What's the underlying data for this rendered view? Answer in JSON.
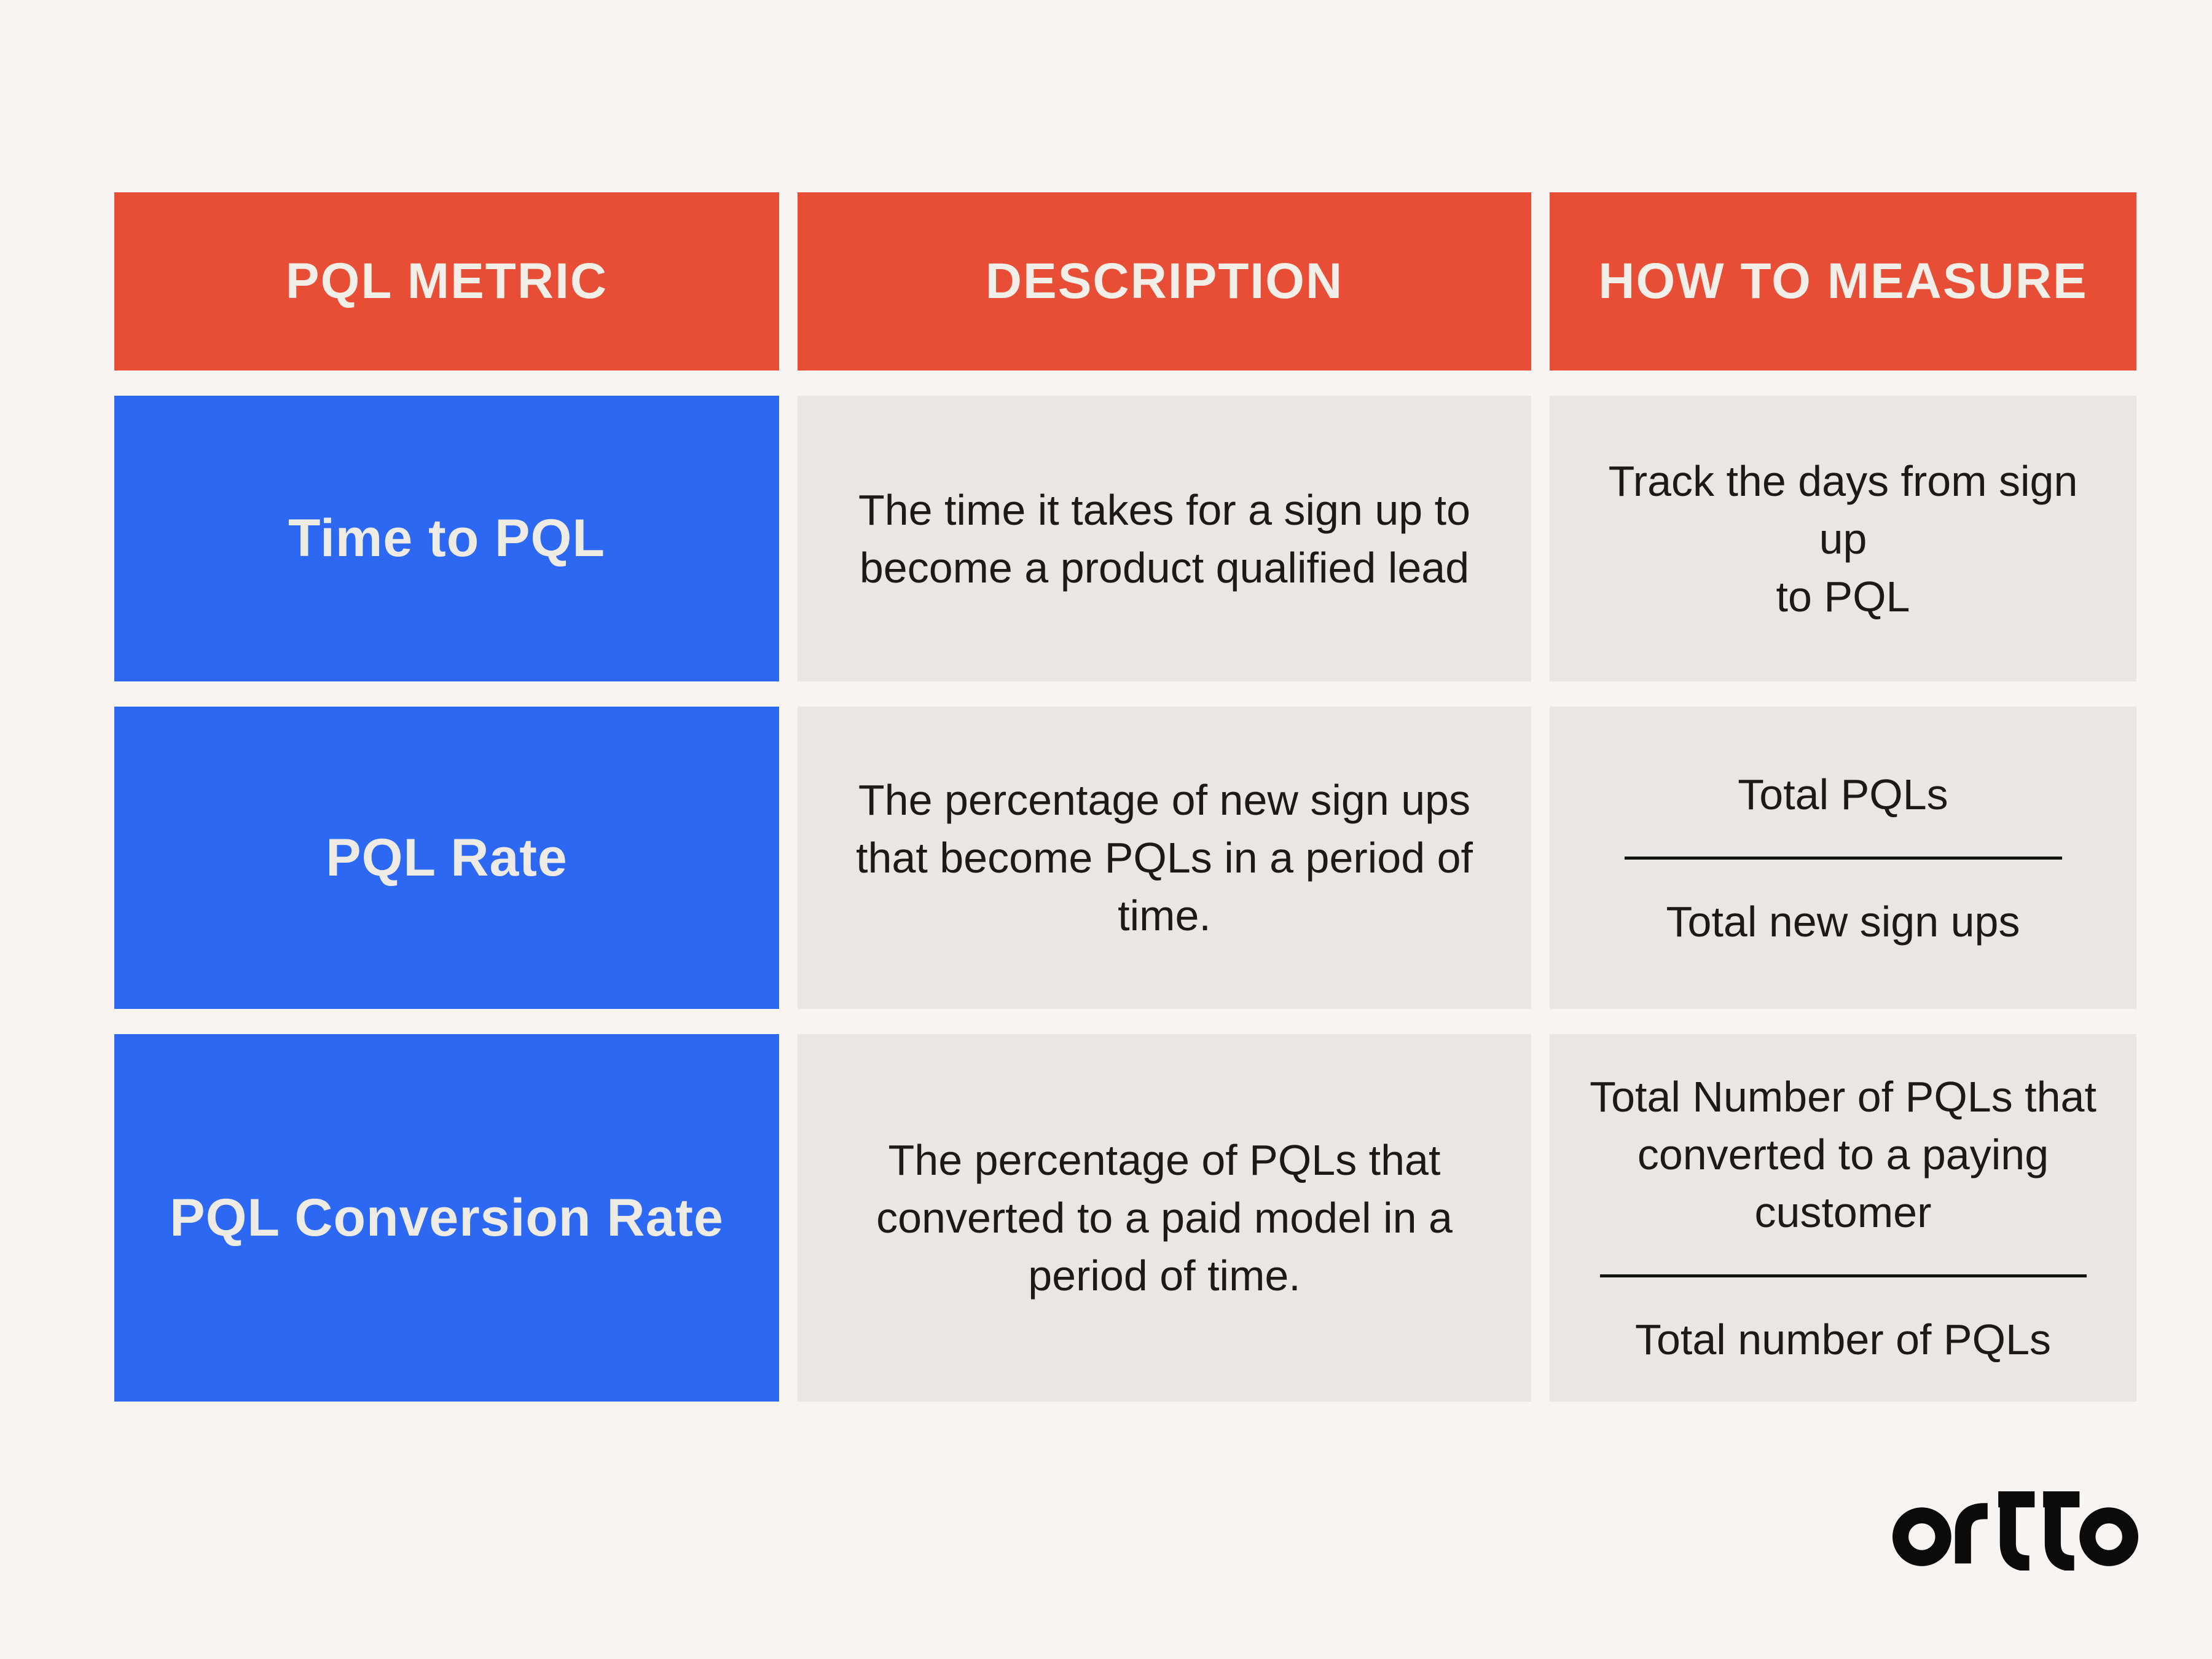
{
  "colors": {
    "background": "#F7F4F1",
    "header_red": "#E84E36",
    "metric_blue": "#2D68F2",
    "cell_gray": "#EAE6E2",
    "light_text": "#F2EEE8",
    "dark_text": "#1C1917"
  },
  "table": {
    "headers": {
      "metric": "PQL METRIC",
      "description": "DESCRIPTION",
      "measure": "HOW TO MEASURE"
    },
    "rows": [
      {
        "metric": "Time to PQL",
        "description": "The time it takes for a sign up to\nbecome a product qualified lead",
        "measure_text": "Track the days from sign up\nto PQL"
      },
      {
        "metric": "PQL Rate",
        "description": "The percentage of new sign ups\nthat become PQLs in a period of\ntime.",
        "measure_numerator": "Total PQLs",
        "measure_denominator": "Total new sign ups"
      },
      {
        "metric": "PQL Conversion Rate",
        "description": "The percentage of PQLs that\nconverted to a paid model in a\nperiod of time.",
        "measure_numerator": "Total Number of PQLs that\nconverted to a paying\ncustomer",
        "measure_denominator": "Total number of PQLs"
      }
    ]
  },
  "logo": {
    "text": "ortto"
  },
  "chart_data": {
    "type": "table",
    "title": "",
    "columns": [
      "PQL METRIC",
      "DESCRIPTION",
      "HOW TO MEASURE"
    ],
    "rows": [
      [
        "Time to PQL",
        "The time it takes for a sign up to become a product qualified lead",
        "Track the days from sign up to PQL"
      ],
      [
        "PQL Rate",
        "The percentage of new sign ups that become PQLs in a period of time.",
        "Total PQLs / Total new sign ups"
      ],
      [
        "PQL Conversion Rate",
        "The percentage of PQLs that converted to a paid model in a period of time.",
        "Total Number of PQLs that converted to a paying customer / Total number of PQLs"
      ]
    ],
    "legend_position": "none",
    "grid": false
  }
}
